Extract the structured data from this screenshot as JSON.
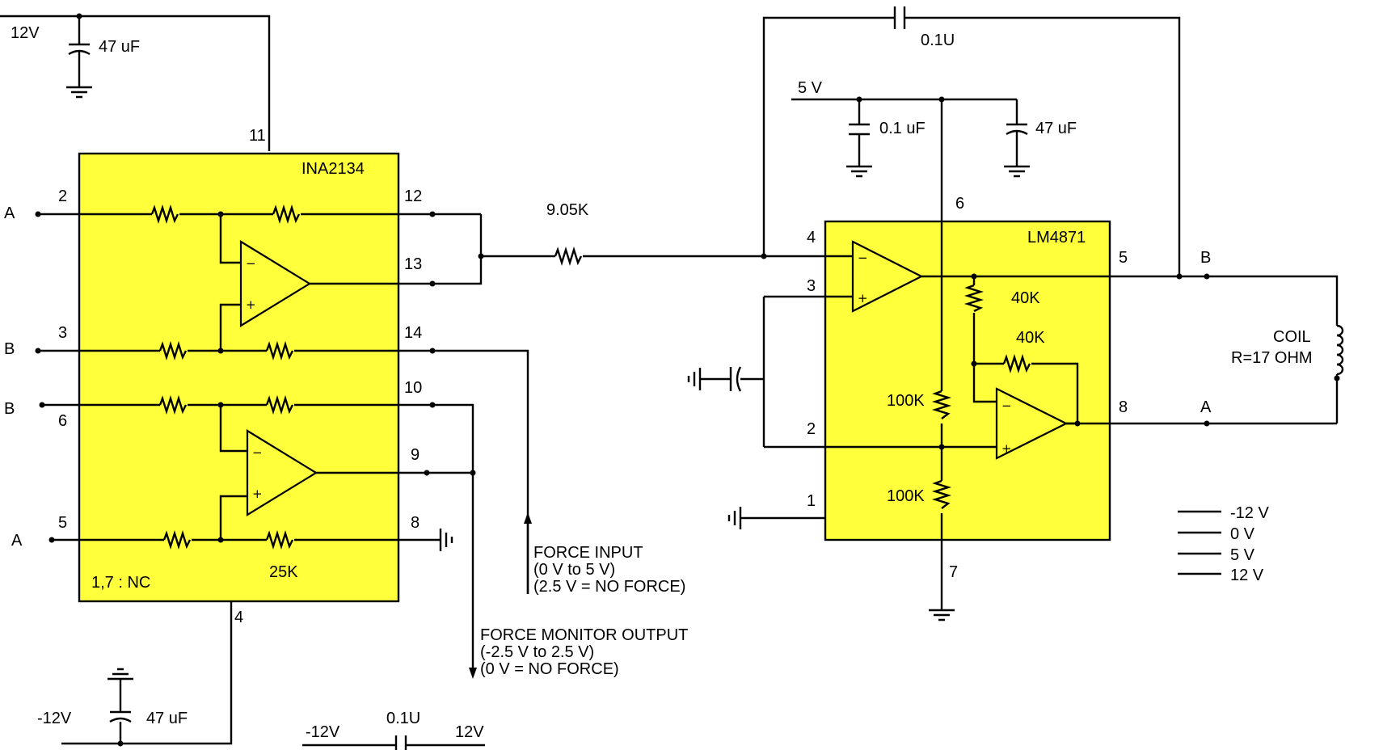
{
  "supply": {
    "v12": "12V",
    "cap_top": "47 uF",
    "vm12": "-12V",
    "cap_bottom": "47 uF",
    "bypass_left": "-12V",
    "bypass_cap": "0.1U",
    "bypass_right": "12V"
  },
  "ina": {
    "name": "INA2134",
    "nc": "1,7 : NC",
    "r25k": "25K",
    "pins": {
      "p11": "11",
      "p2": "2",
      "p12": "12",
      "p13": "13",
      "p3": "3",
      "p14": "14",
      "p6": "6",
      "p10": "10",
      "p9": "9",
      "p5": "5",
      "p8": "8",
      "p4": "4"
    },
    "inputs": {
      "a1": "A",
      "b1": "B",
      "b2": "B",
      "a2": "A"
    }
  },
  "link": {
    "r": "9.05K",
    "feedback_cap": "0.1U"
  },
  "lm": {
    "name": "LM4871",
    "v5": "5 V",
    "c01": "0.1 uF",
    "c47": "47 uF",
    "r40k_a": "40K",
    "r40k_b": "40K",
    "r100k_a": "100K",
    "r100k_b": "100K",
    "pins": {
      "p6": "6",
      "p4": "4",
      "p3": "3",
      "p2": "2",
      "p1": "1",
      "p5": "5",
      "p8": "8",
      "p7": "7"
    },
    "outputs": {
      "b": "B",
      "a": "A"
    }
  },
  "coil": {
    "label": "COIL",
    "value": "R=17 OHM"
  },
  "force_input": {
    "line1": "FORCE INPUT",
    "line2": "(0 V to 5 V)",
    "line3": "(2.5 V = NO FORCE)"
  },
  "force_output": {
    "line1": "FORCE MONITOR OUTPUT",
    "line2": "(-2.5 V to 2.5 V)",
    "line3": "(0 V = NO FORCE)"
  },
  "legend": [
    "-12 V",
    "0 V",
    "5 V",
    "12 V"
  ],
  "opamp": {
    "minus": "−",
    "plus": "+"
  }
}
